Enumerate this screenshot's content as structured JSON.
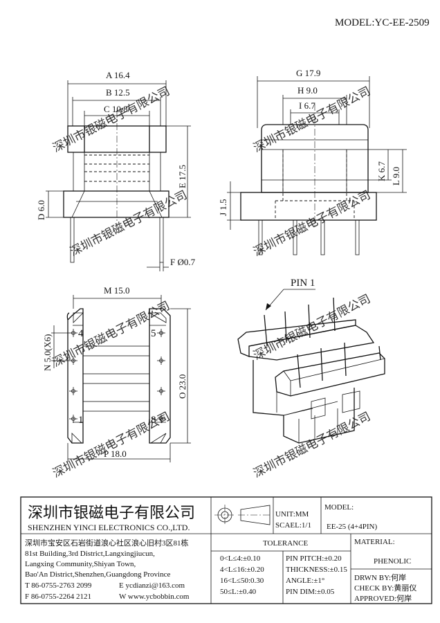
{
  "model": "MODEL:YC-EE-2509",
  "watermark": "深圳市银磁电子有限公司",
  "dims": {
    "a": "A 16.4",
    "b": "B 12.5",
    "c": "C 10.8",
    "d": "D 6.0",
    "e": "E 17.5",
    "f": "F Ø0.7",
    "g": "G 17.9",
    "h": "H 9.0",
    "i": "I 6.7",
    "j": "J 1.5",
    "k": "K 6.7",
    "l": "L 9.0",
    "m": "M 15.0",
    "n": "N 5.0(X6)",
    "o": "O 23.0",
    "p": "P 18.0"
  },
  "pins": {
    "p4": "4",
    "p5": "5",
    "p1": "1",
    "p8": "8",
    "pin1": "PIN 1"
  },
  "title_block": {
    "company_cn": "深圳市银磁电子有限公司",
    "company_en": "SHENZHEN YINCI ELECTRONICS CO.,LTD.",
    "unit": "UNIT:MM",
    "scale": "SCAEL:1/1",
    "model_label": "MODEL:",
    "model_value": "EE-25 (4+4PIN)",
    "material_label": "MATERIAL:",
    "material_value": "PHENOLIC",
    "tolerance_title": "TOLERANCE",
    "tolerance": [
      "0<L≤4:±0.10",
      "4<L≤16:±0.20",
      "16<L≤50:0.30",
      "50≤L:±0.40"
    ],
    "specs": [
      "PIN PITCH:±0.20",
      "THICKNESS:±0.15",
      "ANGLE:±1°",
      "PIN DIM:±0.05"
    ],
    "drwn": "DRWN BY:何岸",
    "check": "CHECK BY:黄丽仪",
    "approved": "APPROVED:何岸",
    "address": [
      "深圳市宝安区石岩街道浪心社区浪心旧村3区81栋",
      "81st Building,3rd District,Langxingjiucun,",
      "Langxing Community,Shiyan Town,",
      "Bao'An District,Shenzhen,Guangdong Province"
    ],
    "tel_a": "T 86-0755-2763 2099",
    "tel_b": "E ycdianzi@163.com",
    "fax_a": "F 86-0755-2264 2121",
    "fax_b": "W www.ycbobbin.com"
  }
}
